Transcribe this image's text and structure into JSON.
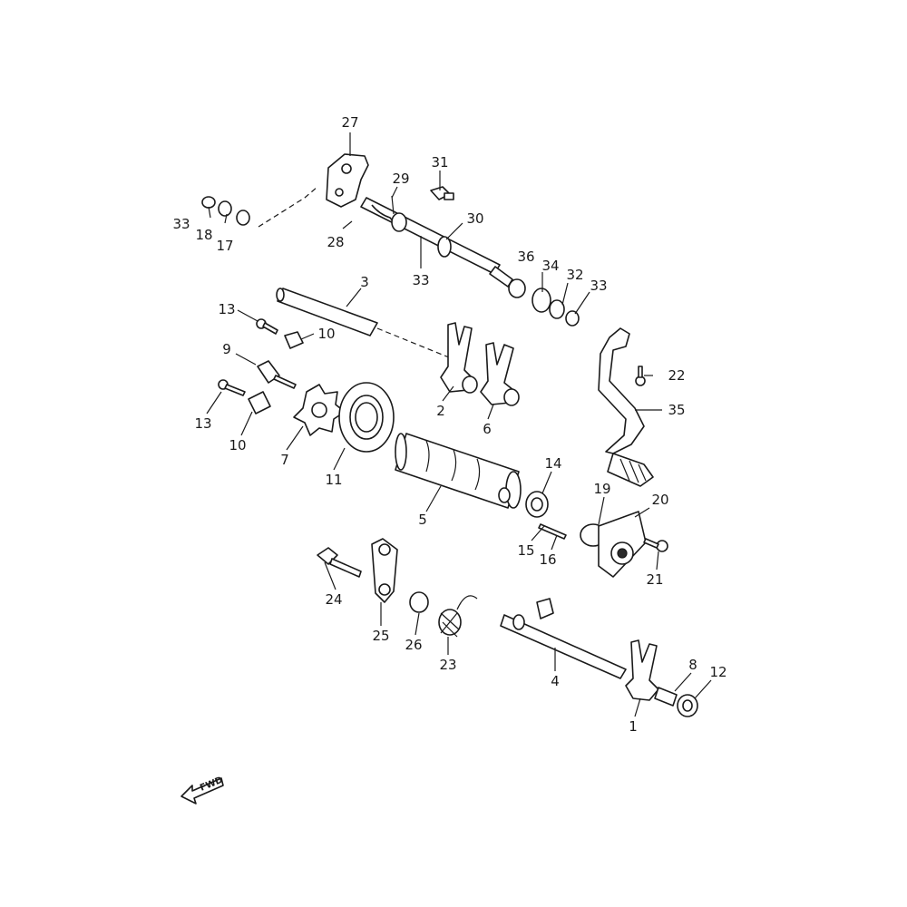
{
  "diagram": {
    "callouts": [
      "27",
      "31",
      "29",
      "30",
      "33",
      "18",
      "17",
      "28",
      "33",
      "36",
      "34",
      "32",
      "33",
      "3",
      "13",
      "10",
      "9",
      "22",
      "35",
      "2",
      "6",
      "13",
      "10",
      "7",
      "11",
      "14",
      "5",
      "19",
      "20",
      "15",
      "16",
      "21",
      "24",
      "25",
      "26",
      "23",
      "4",
      "8",
      "12",
      "1"
    ],
    "forward_arrow_label": "FWD"
  }
}
